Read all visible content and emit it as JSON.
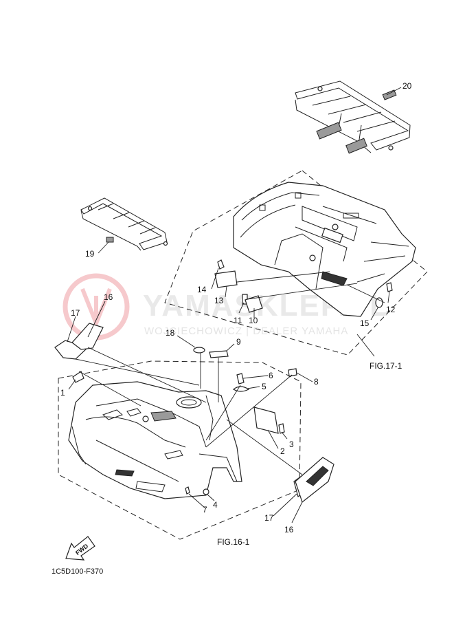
{
  "watermark": {
    "brand": "YAMASKLEP.PL",
    "dealer": "WOJCIECHOWICZ | DEALER YAMAHA"
  },
  "drawing_code": "1C5D100-F370",
  "fig_refs": {
    "rear": "FIG.17-1",
    "front": "FIG.16-1"
  },
  "fwd_label": "FWD",
  "callouts": {
    "c1": "1",
    "c2": "2",
    "c3": "3",
    "c4": "4",
    "c5": "5",
    "c6": "6",
    "c7": "7",
    "c8": "8",
    "c9": "9",
    "c10": "10",
    "c11": "11",
    "c12": "12",
    "c13": "13",
    "c14": "14",
    "c15": "15",
    "c16a": "16",
    "c16b": "16",
    "c17a": "17",
    "c17b": "17",
    "c18": "18",
    "c19": "19",
    "c20": "20"
  },
  "colors": {
    "watermark_logo": "#f6c9cc"
  }
}
